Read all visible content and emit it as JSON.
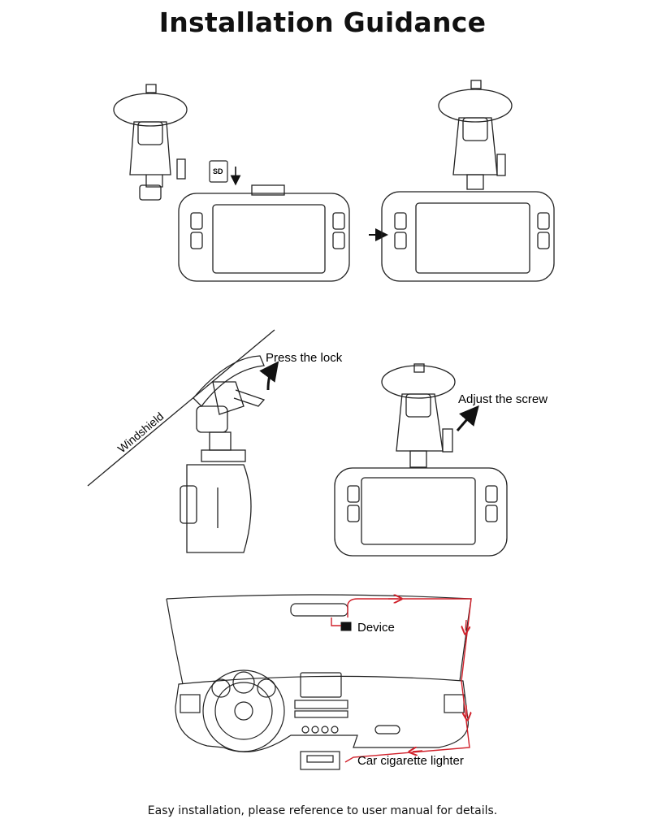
{
  "title": "Installation Guidance",
  "labels": {
    "sd": "SD",
    "press_lock": "Press the lock",
    "adjust_screw": "Adjust the screw",
    "windshield": "Windshield",
    "device": "Device",
    "lighter": "Car cigarette lighter"
  },
  "footer": "Easy installation, please reference to user manual for details.",
  "colors": {
    "line": "#222222",
    "cable": "#d0202a"
  }
}
